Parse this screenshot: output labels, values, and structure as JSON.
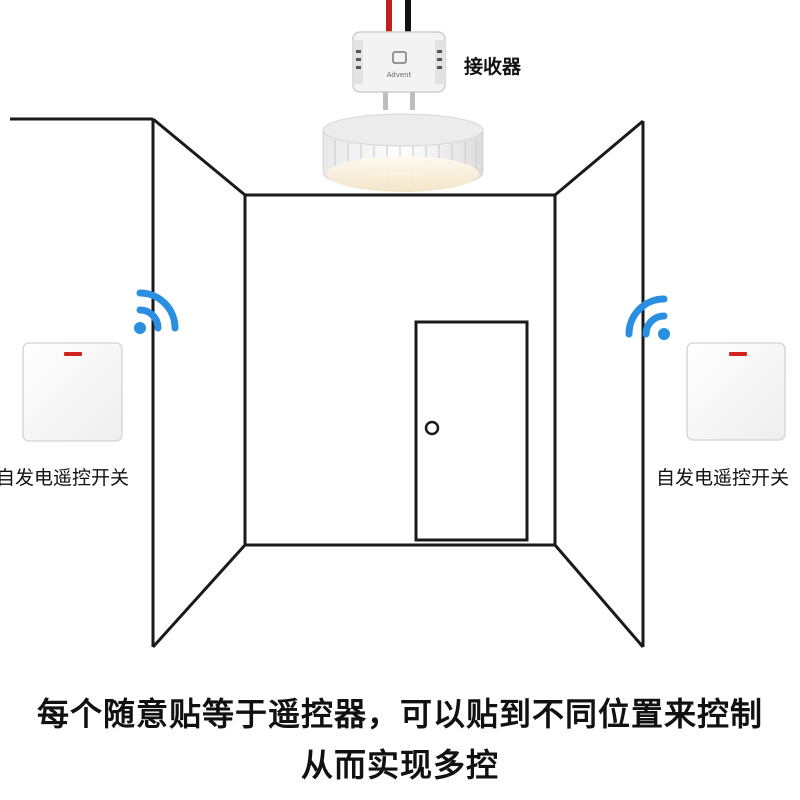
{
  "receiver": {
    "label": "接收器",
    "brand_text": "Advent"
  },
  "switch_left": {
    "label": "自发电遥控开关"
  },
  "switch_right": {
    "label": "自发电遥控开关"
  },
  "caption": {
    "line1": "每个随意贴等于遥控器，可以贴到不同位置来控制",
    "line2": "从而实现多控"
  },
  "colors": {
    "line": "#1a1a1a",
    "signal": "#2a8fe0",
    "wire_red": "#c0211f",
    "wire_black": "#111111",
    "switch_indicator": "#d0241e"
  }
}
